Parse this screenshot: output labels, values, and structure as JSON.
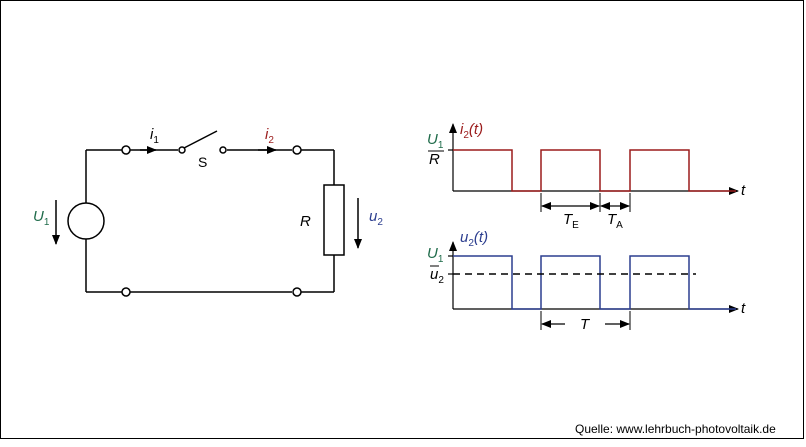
{
  "colors": {
    "current": "#9b1c1c",
    "voltage": "#2c3e8f",
    "source": "#1f6b4a",
    "wire": "#000000"
  },
  "circuit": {
    "source_symbol": "U",
    "source_sub": "1",
    "current1_symbol": "i",
    "current1_sub": "1",
    "switch_label": "S",
    "current2_symbol": "i",
    "current2_sub": "2",
    "resistor_label": "R",
    "voltage_symbol": "u",
    "voltage_sub": "2"
  },
  "plots": {
    "current": {
      "title_symbol": "i",
      "title_sub": "2",
      "title_suffix": "(t)",
      "level_num_symbol": "U",
      "level_num_sub": "1",
      "level_den": "R",
      "axis_label": "t",
      "dim_TE_symbol": "T",
      "dim_TE_sub": "E",
      "dim_TA_symbol": "T",
      "dim_TA_sub": "A"
    },
    "voltage": {
      "title_symbol": "u",
      "title_sub": "2",
      "title_suffix": "(t)",
      "level_symbol": "U",
      "level_sub": "1",
      "mean_symbol": "u",
      "mean_sub": "2",
      "axis_label": "t",
      "dim_T_symbol": "T"
    }
  },
  "source_credit": "Quelle: www.lehrbuch-photovoltaik.de"
}
